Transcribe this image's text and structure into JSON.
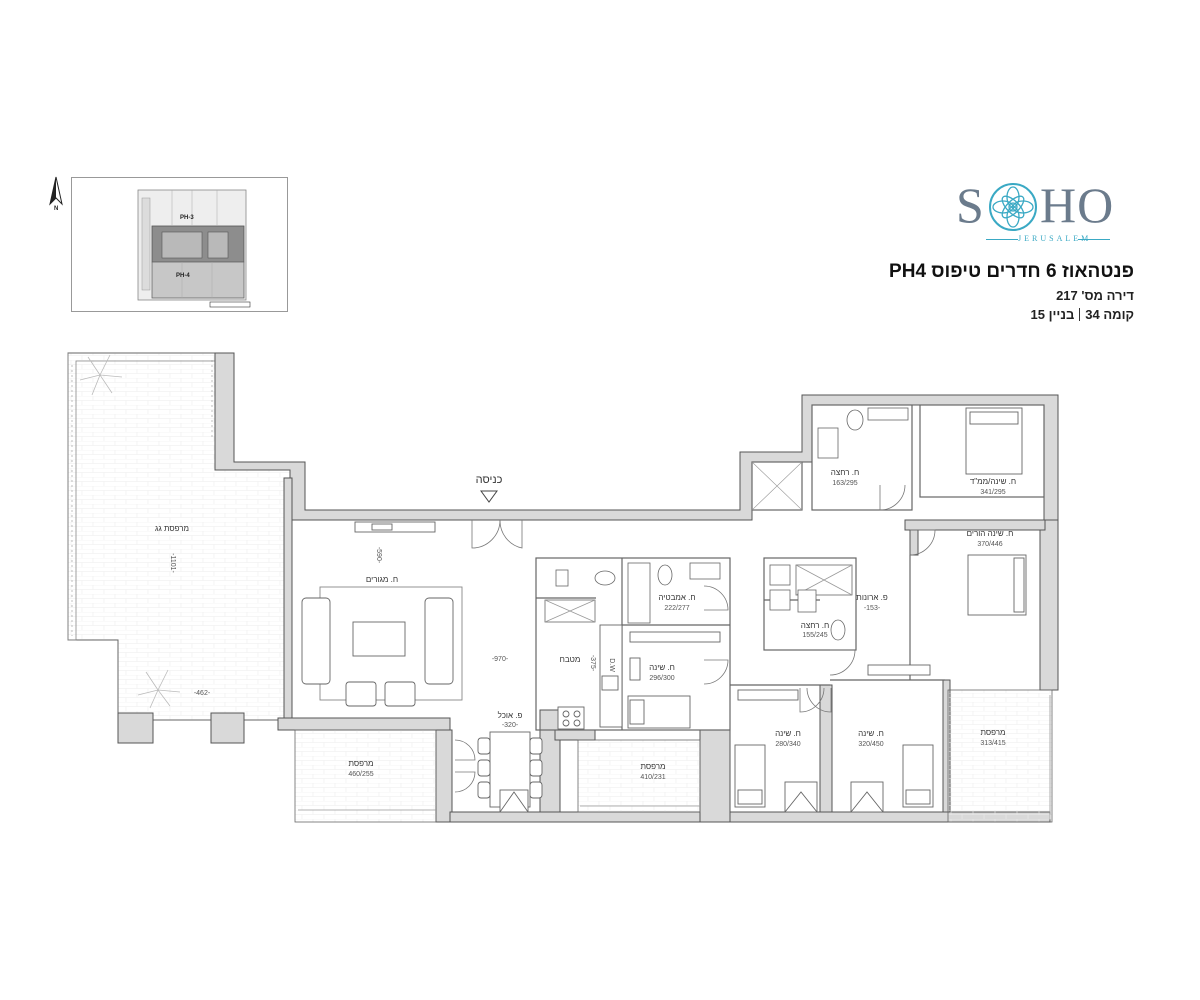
{
  "header": {
    "logo_text_left": "S",
    "logo_text_right": "HO",
    "logo_subtitle": "JERUSALEM",
    "title": "פנטהאוז 6 חדרים טיפוס PH4",
    "apartment_number": "דירה מס' 217",
    "floor": "קומה 34",
    "building": "בניין 15"
  },
  "keyplan": {
    "label_top": "PH-3",
    "label_bottom": "PH-4",
    "north_label": "N"
  },
  "entrance_label": "כניסה",
  "rooms": {
    "roof_terrace": {
      "name": "מרפסת גג",
      "dim_vertical": "-1101-",
      "dim_horizontal": "-462-"
    },
    "living": {
      "name": "ח. מגורים",
      "dim": "-590-"
    },
    "kitchen": {
      "name": "מטבח",
      "dim_width": "-970-",
      "dim_side": "-375-"
    },
    "dishwasher": "D.W",
    "dining": {
      "name": "פ. אוכל",
      "dim": "-320-"
    },
    "bath": {
      "name": "ח. אמבטיה",
      "dim": "222/277"
    },
    "bedroom_a": {
      "name": "ח. שינה",
      "dim": "296/300"
    },
    "shower_a": {
      "name": "ח. רחצה",
      "dim": "163/295"
    },
    "safe_room": {
      "name": "ח. שינה/ממ\"ד",
      "dim": "341/295"
    },
    "master": {
      "name": "ח. שינה הורים",
      "dim": "370/446"
    },
    "wardrobe": {
      "name": "פ. ארונות",
      "dim": "-153-"
    },
    "shower_b": {
      "name": "ח. רחצה",
      "dim": "155/245"
    },
    "bedroom_b": {
      "name": "ח. שינה",
      "dim": "280/340"
    },
    "bedroom_c": {
      "name": "ח. שינה",
      "dim": "320/450"
    },
    "balcony_a": {
      "name": "מרפסת",
      "dim": "460/255"
    },
    "balcony_b": {
      "name": "מרפסת",
      "dim": "410/231"
    },
    "balcony_c": {
      "name": "מרפסת",
      "dim": "313/415"
    }
  },
  "colors": {
    "wall": "#d9d9d9",
    "wall_stroke": "#555555",
    "line": "#666666",
    "logo_accent": "#3aa9c4",
    "logo_text": "#6b7b8c"
  }
}
